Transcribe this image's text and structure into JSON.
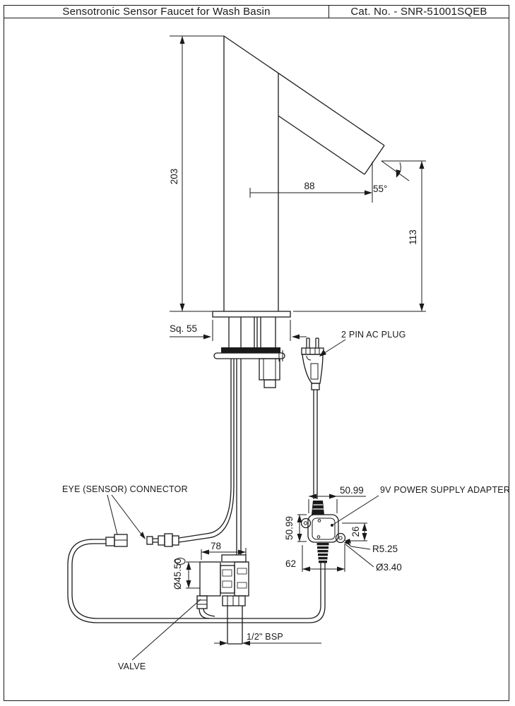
{
  "header": {
    "title": "Sensotronic Sensor Faucet for Wash Basin",
    "cat_no": "Cat. No. - SNR-51001SQEB"
  },
  "callouts": {
    "ac_plug": "2 PIN AC PLUG",
    "eye_connector": "EYE (SENSOR) CONNECTOR",
    "power_adapter": "9V POWER SUPPLY ADAPTER",
    "valve": "VALVE",
    "bsp": "1/2\" BSP"
  },
  "dimensions": {
    "spout_height": "203",
    "spout_reach": "88",
    "spout_angle": "55°",
    "tip_to_deck": "113",
    "base_square": "Sq. 55",
    "adapter_width": "50.99",
    "adapter_height": "50.99",
    "adapter_depth": "26",
    "adapter_overall": "62",
    "adapter_corner_radius": "R5.25",
    "adapter_hole_dia": "Ø3.40",
    "valve_length": "78",
    "valve_dia": "Ø45.50"
  },
  "colors": {
    "line": "#1a1a1a",
    "background": "#ffffff"
  }
}
